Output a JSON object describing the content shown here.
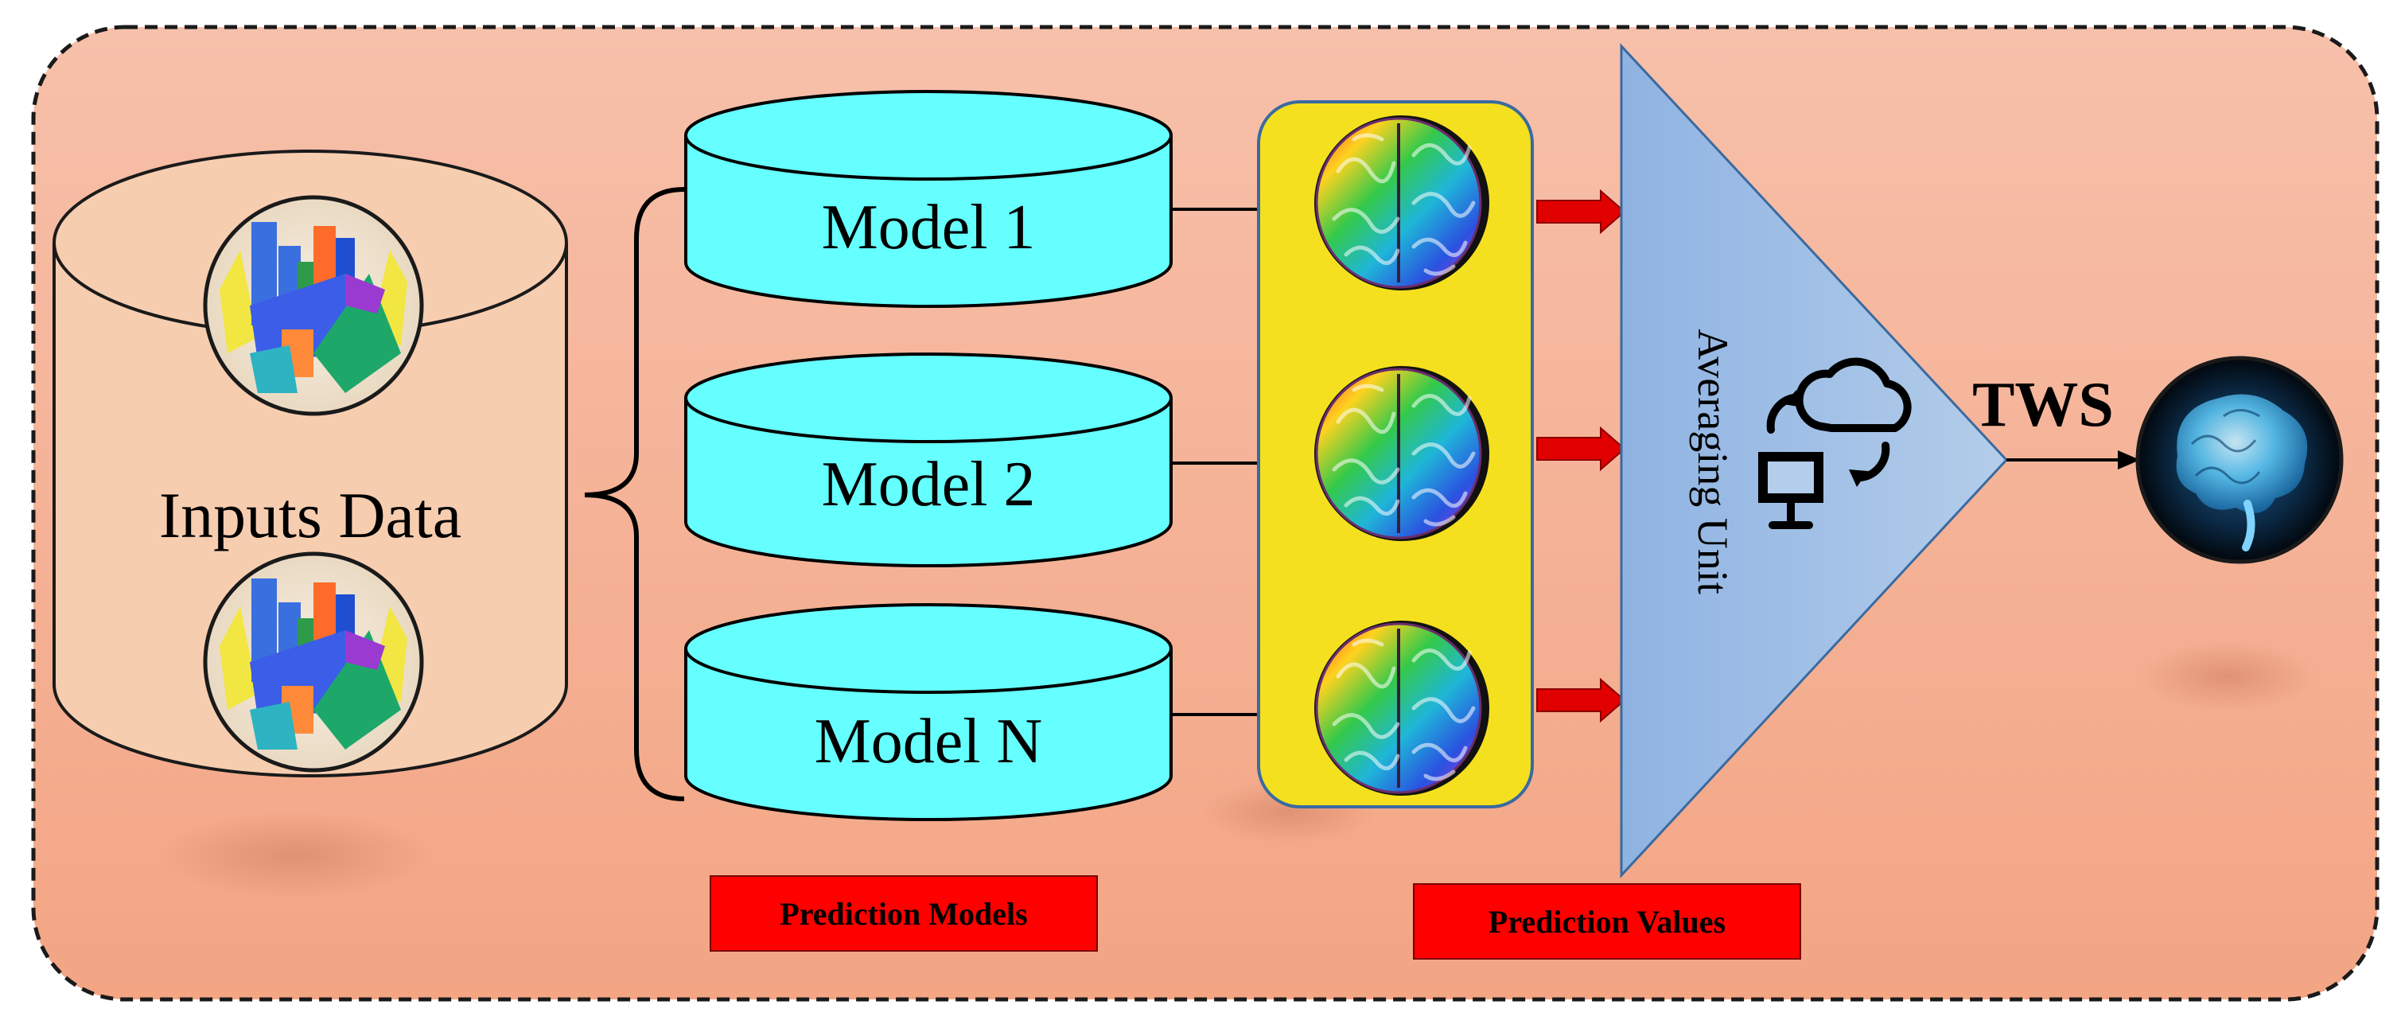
{
  "diagram": {
    "inputs_label": "Inputs Data",
    "models": [
      {
        "label": "Model 1"
      },
      {
        "label": "Model 2"
      },
      {
        "label": "Model N"
      }
    ],
    "averaging_label": "Averaging Unit",
    "output_label": "TWS",
    "prediction_models_tag": "Prediction Models",
    "prediction_values_tag": "Prediction Values",
    "colors": {
      "background": "#f6b89e",
      "cylinder_models": "#66ffff",
      "inputs_cylinder": "#f7cdb0",
      "predictions_panel": "#f4e01e",
      "averaging_triangle": "#9dbde3",
      "tag_fill": "#ff0000",
      "transfer_arrow": "#e00000"
    },
    "icons": [
      "blocks-icon",
      "brain-icon",
      "cloud-computer-sync-icon",
      "glowing-brain-icon"
    ]
  }
}
